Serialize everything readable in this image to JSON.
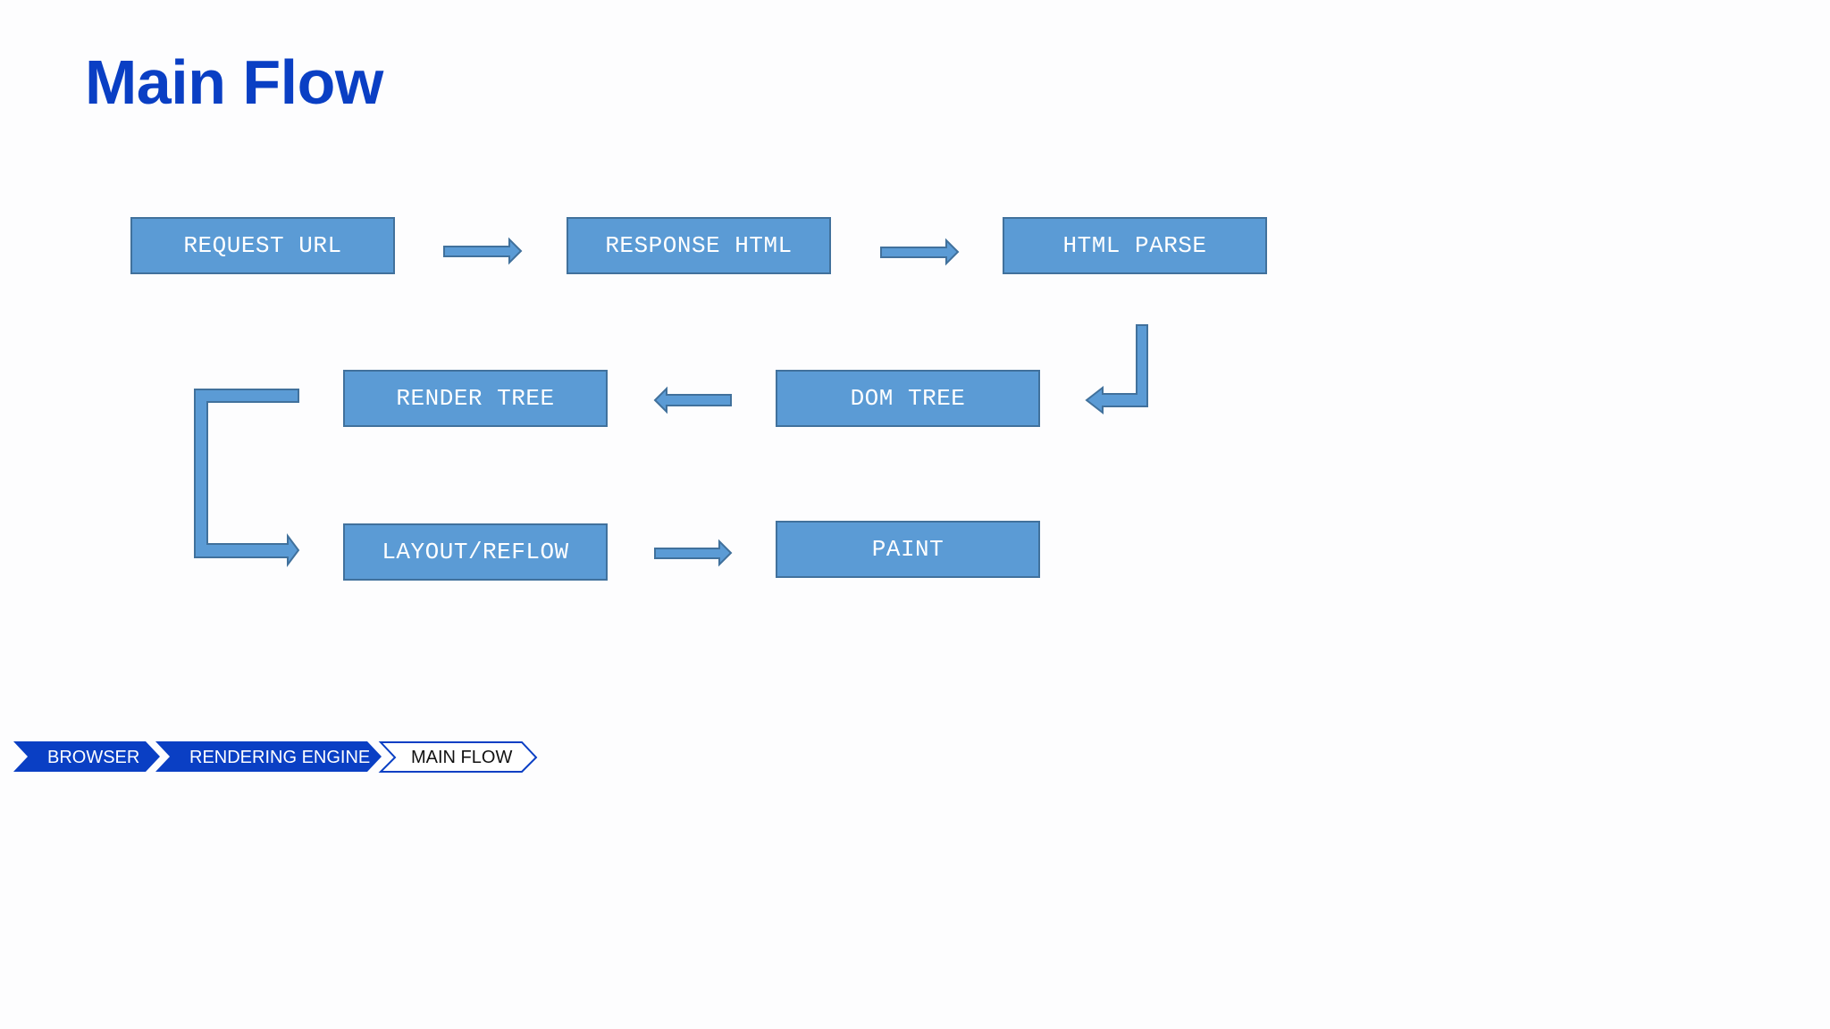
{
  "title": "Main Flow",
  "steps": {
    "request_url": "REQUEST URL",
    "response_html": "RESPONSE HTML",
    "html_parse": "HTML PARSE",
    "dom_tree": "DOM TREE",
    "render_tree": "RENDER TREE",
    "layout_reflow": "LAYOUT/REFLOW",
    "paint": "PAINT"
  },
  "breadcrumb": {
    "items": [
      "BROWSER",
      "RENDERING ENGINE",
      "MAIN FLOW"
    ],
    "active_index": 2
  },
  "colors": {
    "title": "#0a3fc4",
    "box_fill": "#5b9bd5",
    "box_border": "#41719c",
    "breadcrumb_fill": "#0a3fc4"
  }
}
